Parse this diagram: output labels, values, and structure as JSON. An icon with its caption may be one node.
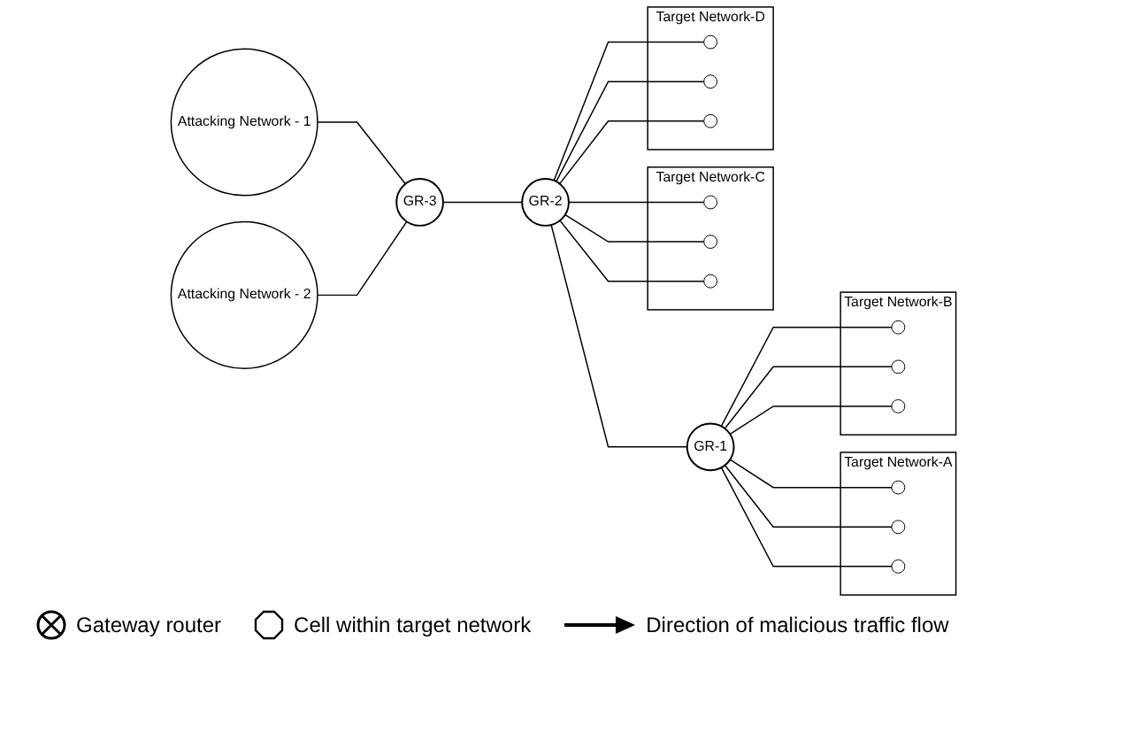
{
  "diagram": {
    "nodes": [
      {
        "text": [
          "Attacking Network - 1"
        ]
      },
      {
        "text": [
          "Attacking Network - 2"
        ]
      },
      {
        "text": [
          "GR-3"
        ]
      },
      {
        "text": [
          "GR-2"
        ]
      },
      {
        "text": [
          "GR-1"
        ]
      },
      {
        "text": [
          "Target Network-C"
        ]
      },
      {
        "text": [],
        "shape": "circle",
        "in": 5
      },
      {
        "text": [],
        "shape": "circle",
        "in": 5
      },
      {
        "text": [],
        "shape": "circle",
        "in": 5
      },
      {
        "text": [
          "Target Network-A"
        ]
      },
      {
        "text": [],
        "shape": "circle",
        "in": 9
      },
      {
        "text": [],
        "shape": "circle",
        "in": 9
      },
      {
        "text": [],
        "shape": "circle",
        "in": 9
      },
      {
        "text": [
          "Target Network-B"
        ]
      },
      {
        "text": [],
        "shape": "circle",
        "in": 13
      },
      {
        "text": [],
        "shape": "circle",
        "in": 13
      },
      {
        "text": [],
        "shape": "circle",
        "in": 13
      },
      {
        "text": [
          "Target Network-D"
        ]
      },
      {
        "text": [],
        "shape": "circle",
        "in": 17
      },
      {
        "text": [],
        "shape": "circle",
        "in": 17
      },
      {
        "text": [],
        "shape": "circle",
        "in": 17
      }
    ],
    "edges": [
      {
        "from": 0,
        "to": 2,
        "arrow": "none"
      },
      {
        "from": 1,
        "to": 2,
        "arrow": "none"
      },
      {
        "from": 2,
        "to": 3,
        "arrow": "none"
      },
      {
        "from": 3,
        "to": 6,
        "arrow": "none"
      },
      {
        "from": 3,
        "to": 7,
        "arrow": "none"
      },
      {
        "from": 3,
        "to": 8,
        "arrow": "none"
      },
      {
        "from": 3,
        "to": 4,
        "arrow": "none"
      },
      {
        "from": 4,
        "to": 10,
        "arrow": "none"
      },
      {
        "from": 4,
        "to": 11,
        "arrow": "none"
      },
      {
        "from": 4,
        "to": 12,
        "arrow": "none"
      },
      {
        "from": 4,
        "to": 14,
        "arrow": "none"
      },
      {
        "from": 4,
        "to": 15,
        "arrow": "none"
      },
      {
        "from": 4,
        "to": 16,
        "arrow": "none"
      },
      {
        "from": 3,
        "to": 18,
        "arrow": "none"
      },
      {
        "from": 3,
        "to": 19,
        "arrow": "none"
      },
      {
        "from": 3,
        "to": 20,
        "arrow": "none"
      }
    ],
    "legend": [
      {
        "text": "Gateway router"
      },
      {
        "text": "Cell within target network"
      },
      {
        "text": "Direction of malicious traffic flow"
      }
    ]
  }
}
